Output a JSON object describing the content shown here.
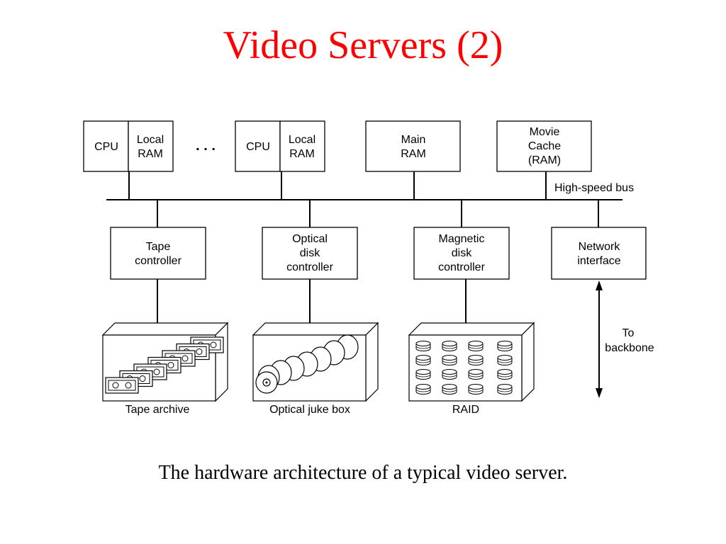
{
  "slide": {
    "title": "Video Servers (2)",
    "title_color": "#ff0000",
    "caption": "The hardware architecture of a typical video server."
  },
  "diagram": {
    "cpu_boxes": [
      {
        "cpu": "CPU",
        "ram": [
          "Local",
          "RAM"
        ]
      },
      {
        "cpu": "CPU",
        "ram": [
          "Local",
          "RAM"
        ]
      }
    ],
    "ellipsis": ". . .",
    "main_ram": [
      "Main",
      "RAM"
    ],
    "movie_cache": [
      "Movie",
      "Cache",
      "(RAM)"
    ],
    "bus_label": "High-speed bus",
    "controllers": [
      [
        "Tape",
        "controller"
      ],
      [
        "Optical",
        "disk",
        "controller"
      ],
      [
        "Magnetic",
        "disk",
        "controller"
      ],
      [
        "Network",
        "interface"
      ]
    ],
    "storage": [
      "Tape archive",
      "Optical juke box",
      "RAID"
    ],
    "backbone": [
      "To",
      "backbone"
    ]
  }
}
